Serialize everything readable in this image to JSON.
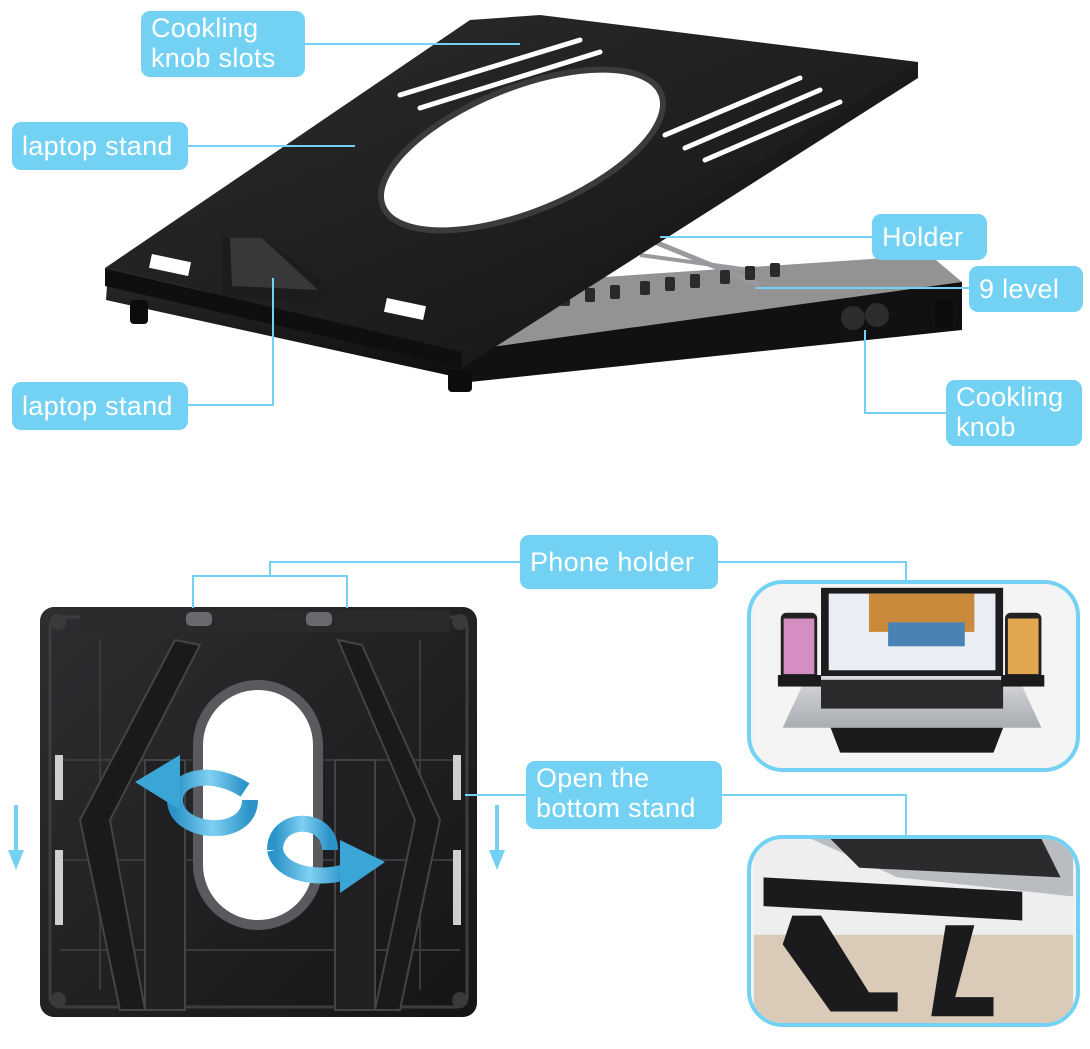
{
  "labels": {
    "cooling_slots": [
      "Cookling",
      "knob slots"
    ],
    "laptop_stand_top": "laptop stand",
    "holder": "Holder",
    "nine_level": "9 level",
    "laptop_stand_bottom": "laptop stand",
    "cooling_knob": [
      "Cookling",
      "knob"
    ],
    "phone_holder": "Phone holder",
    "open_bottom_stand": [
      "Open the",
      "bottom stand"
    ]
  },
  "colors": {
    "label_bg": "#73d2f3",
    "label_text": "#ffffff",
    "leader_line": "#73d2f3",
    "product": "#1b1b1d",
    "arrow": "#3aa6d6"
  }
}
